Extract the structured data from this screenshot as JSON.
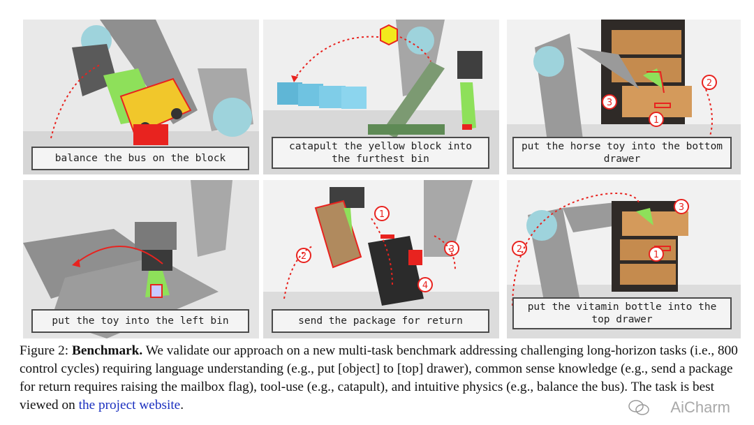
{
  "panels": [
    {
      "caption": "balance the bus on the block"
    },
    {
      "caption": "catapult the yellow block into the furthest bin"
    },
    {
      "caption": "put the horse toy into the bottom drawer"
    },
    {
      "caption": "put the toy into the left bin"
    },
    {
      "caption": "send the package for return"
    },
    {
      "caption": "put the vitamin bottle into the top drawer"
    }
  ],
  "step_markers": {
    "horse": [
      "1",
      "2",
      "3"
    ],
    "package": [
      "1",
      "2",
      "3",
      "4"
    ],
    "vitamin": [
      "1",
      "2",
      "3"
    ]
  },
  "figure_caption": {
    "label": "Figure 2:",
    "bold_title": "Benchmark.",
    "text_before_link": "We validate our approach on a new multi-task benchmark addressing challenging long-horizon tasks (i.e., 800 control cycles) requiring language understanding (e.g., put [object] to [top] drawer), common sense knowledge (e.g., send a package for return requires raising the mailbox flag), tool-use (e.g., catapult), and intuitive physics (e.g., balance the bus). The task is best viewed on",
    "link_text": "the project website",
    "text_after_link": "."
  },
  "watermark": "AiCharm",
  "colors": {
    "annotation_red": "#e8231f",
    "link_blue": "#1a2fbf"
  }
}
